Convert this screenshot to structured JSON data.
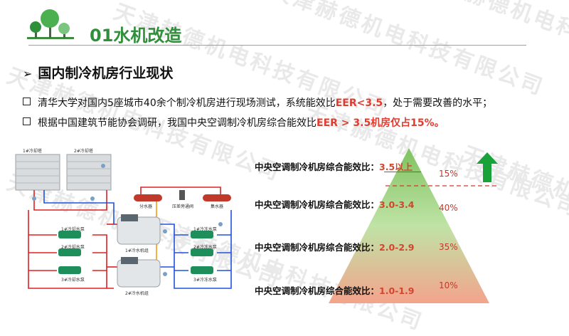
{
  "watermark": "天津赫德机电科技有限公司",
  "header": {
    "title": "01水机改造"
  },
  "section": {
    "heading": "国内制冷机房行业现状"
  },
  "bullets": [
    {
      "text": "清华大学对国内5座城市40余个制冷机房进行现场测试，系统能效比",
      "highlight": "EER<3.5",
      "suffix": "，处于需要改善的水平；"
    },
    {
      "text": "根据中国建筑节能协会调研，我国中央空调制冷机房综合能效比",
      "highlight": "EER > 3.5机房仅占15%。",
      "suffix": ""
    }
  ],
  "diagram": {
    "labels": {
      "tower1": "1#冷却塔",
      "tower2": "2#冷却塔",
      "cw_pump1": "1#冷却水泵",
      "cw_pump2": "2#冷却水泵",
      "cw_pump3": "3#冷却水泵",
      "ch_pump1": "1#冷冻水泵",
      "ch_pump2": "2#冷冻水泵",
      "ch_pump3": "3#冷冻水泵",
      "chiller1": "1#冷水机组",
      "chiller2": "2#冷水机组",
      "divider": "分水器",
      "bypass": "压差旁通阀",
      "collector": "集水器"
    }
  },
  "pyramid": {
    "colors": {
      "top": "#7fc25f",
      "bottom": "#f3a48c",
      "arrow": "#1aa23a",
      "dash": "#d0392b"
    },
    "levels": [
      {
        "label": "中央空调制冷机房综合能效比：",
        "value": "3.5以上",
        "pct": "15%",
        "share": 15
      },
      {
        "label": "中央空调制冷机房综合能效比：",
        "value": "3.0-3.4",
        "pct": "40%",
        "share": 40
      },
      {
        "label": "中央空调制冷机房综合能效比：",
        "value": "2.0-2.9",
        "pct": "35%",
        "share": 35
      },
      {
        "label": "中央空调制冷机房综合能效比：",
        "value": "1.0-1.9",
        "pct": "10%",
        "share": 10
      }
    ]
  }
}
